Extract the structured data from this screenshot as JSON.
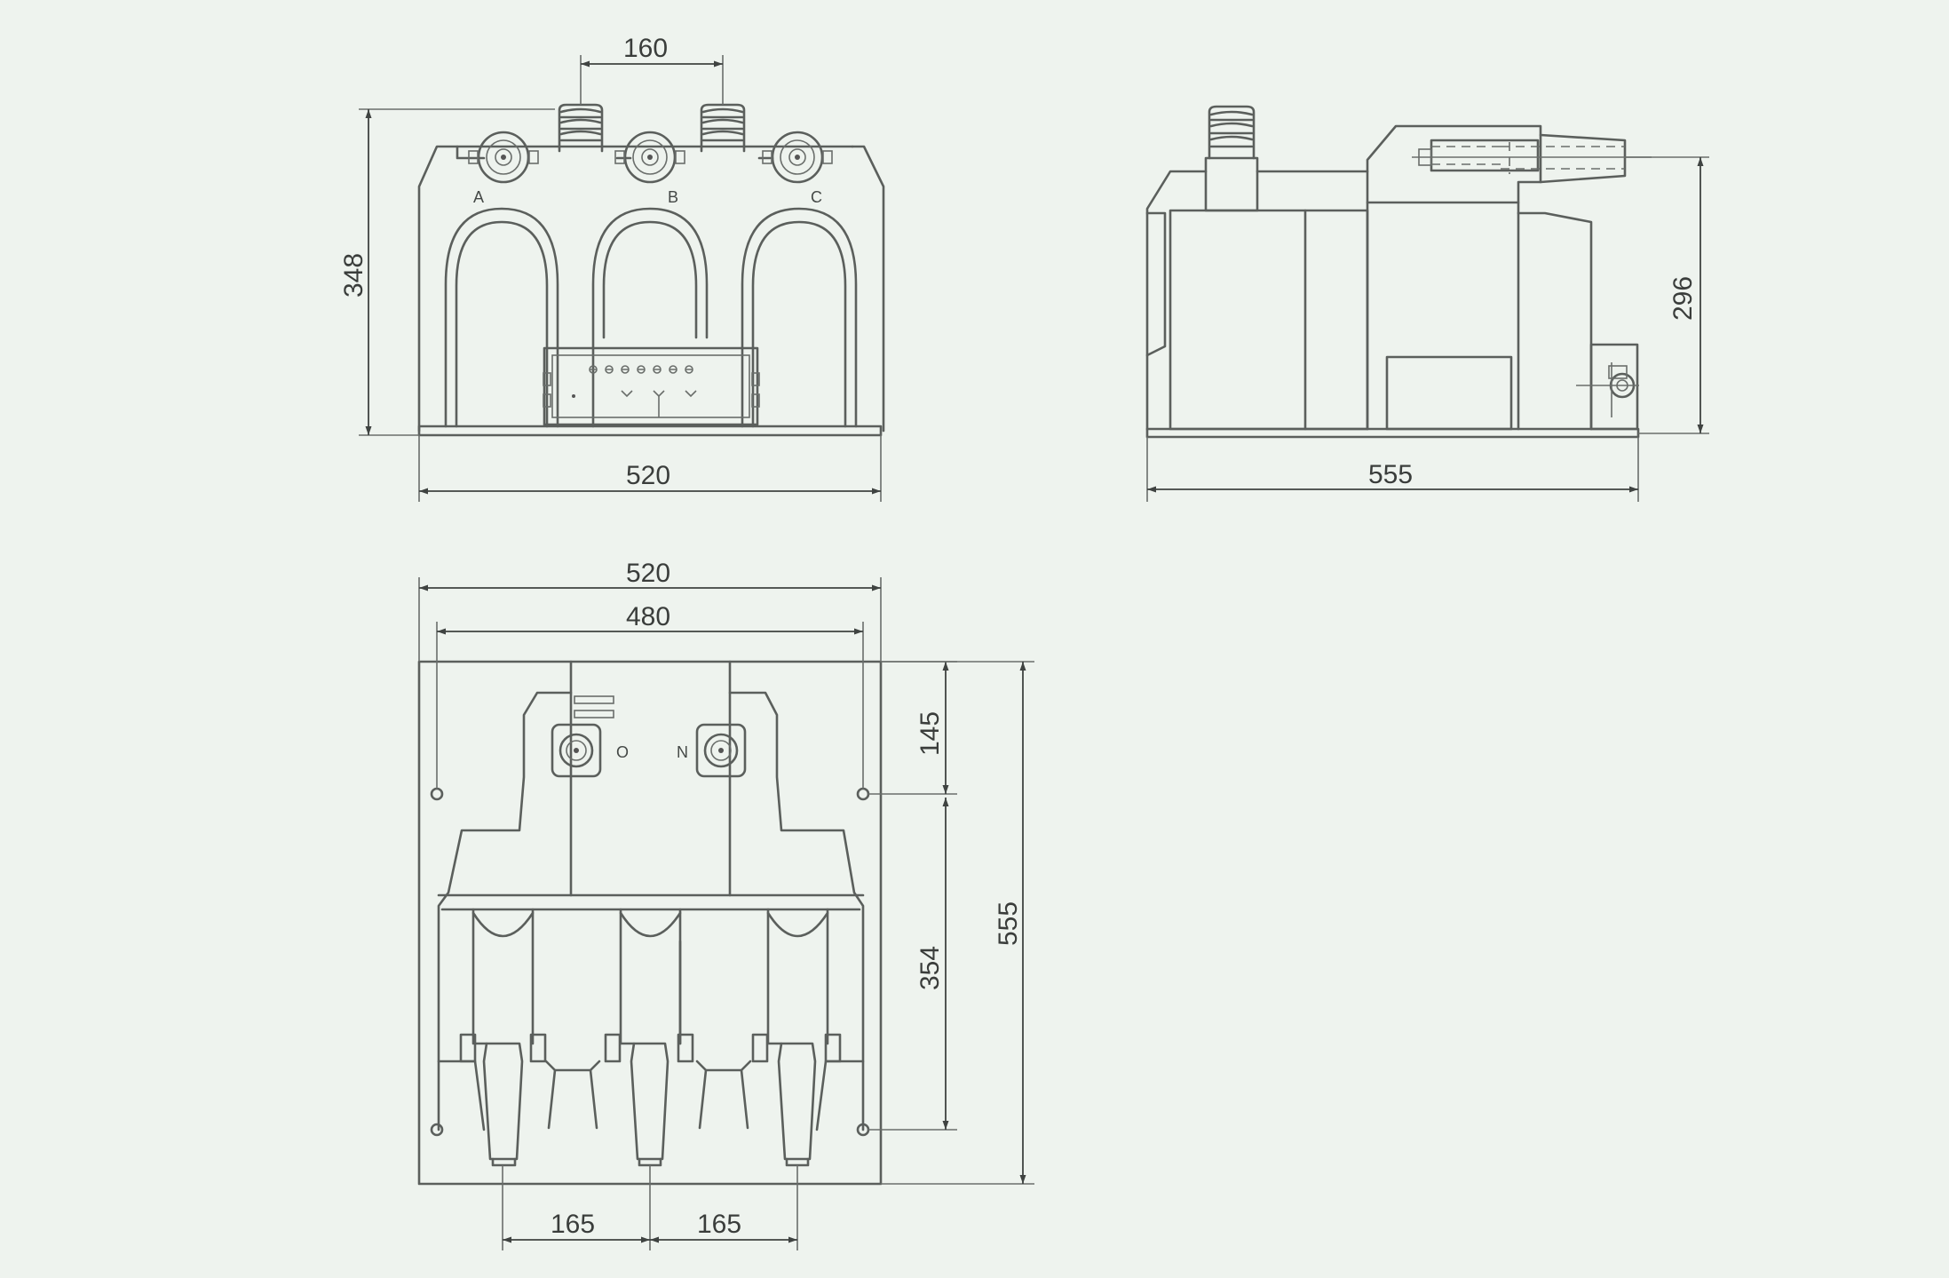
{
  "front_view": {
    "dim_width": "520",
    "dim_height": "348",
    "dim_bushing_spacing": "160",
    "phase_labels": [
      "A",
      "B",
      "C"
    ]
  },
  "side_view": {
    "dim_depth": "555",
    "dim_height": "296"
  },
  "top_view": {
    "dim_outer_width": "520",
    "dim_hole_spacing": "480",
    "dim_depth": "555",
    "dim_upper": "145",
    "dim_lower": "354",
    "dim_left_spacing": "165",
    "dim_right_spacing": "165",
    "terminal_labels": [
      "O",
      "N"
    ]
  }
}
